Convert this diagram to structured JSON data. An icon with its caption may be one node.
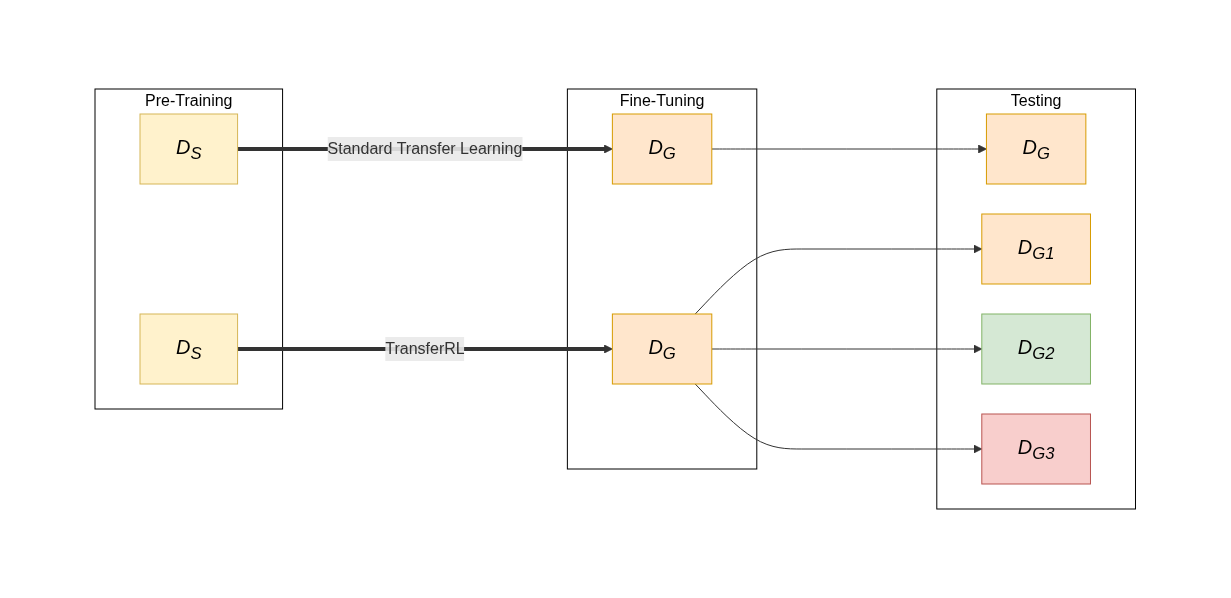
{
  "diagram": {
    "nodes": [
      {
        "text": [
          "Pre-Training"
        ]
      },
      {
        "text": [
          "D$_{S}$"
        ],
        "in": 0
      },
      {
        "text": [
          "D$_{S}$"
        ],
        "in": 0
      },
      {
        "text": [
          "Fine-Tuning"
        ]
      },
      {
        "text": [
          "D$_{G}$"
        ],
        "in": 3
      },
      {
        "text": [
          "D$_{G}$"
        ],
        "in": 3
      },
      {
        "text": [
          "Testing"
        ]
      },
      {
        "text": [
          "D$_{G}$"
        ],
        "in": 6
      },
      {
        "text": [
          "D$_{G1}$"
        ],
        "in": 6
      },
      {
        "text": [
          "D$_{G2}$"
        ],
        "in": 6
      },
      {
        "text": [
          "D$_{G3}$"
        ],
        "in": 6
      }
    ],
    "edges": [
      {
        "from": 1,
        "to": 4,
        "arrow": "to",
        "label": "Standard Transfer Learning",
        "style": "thick"
      },
      {
        "from": 2,
        "to": 5,
        "arrow": "to",
        "label": "TransferRL",
        "style": "thick"
      },
      {
        "from": 4,
        "to": 7,
        "arrow": "to"
      },
      {
        "from": 5,
        "to": 8,
        "arrow": "to"
      },
      {
        "from": 5,
        "to": 9,
        "arrow": "to"
      },
      {
        "from": 5,
        "to": 10,
        "arrow": "to"
      }
    ]
  }
}
